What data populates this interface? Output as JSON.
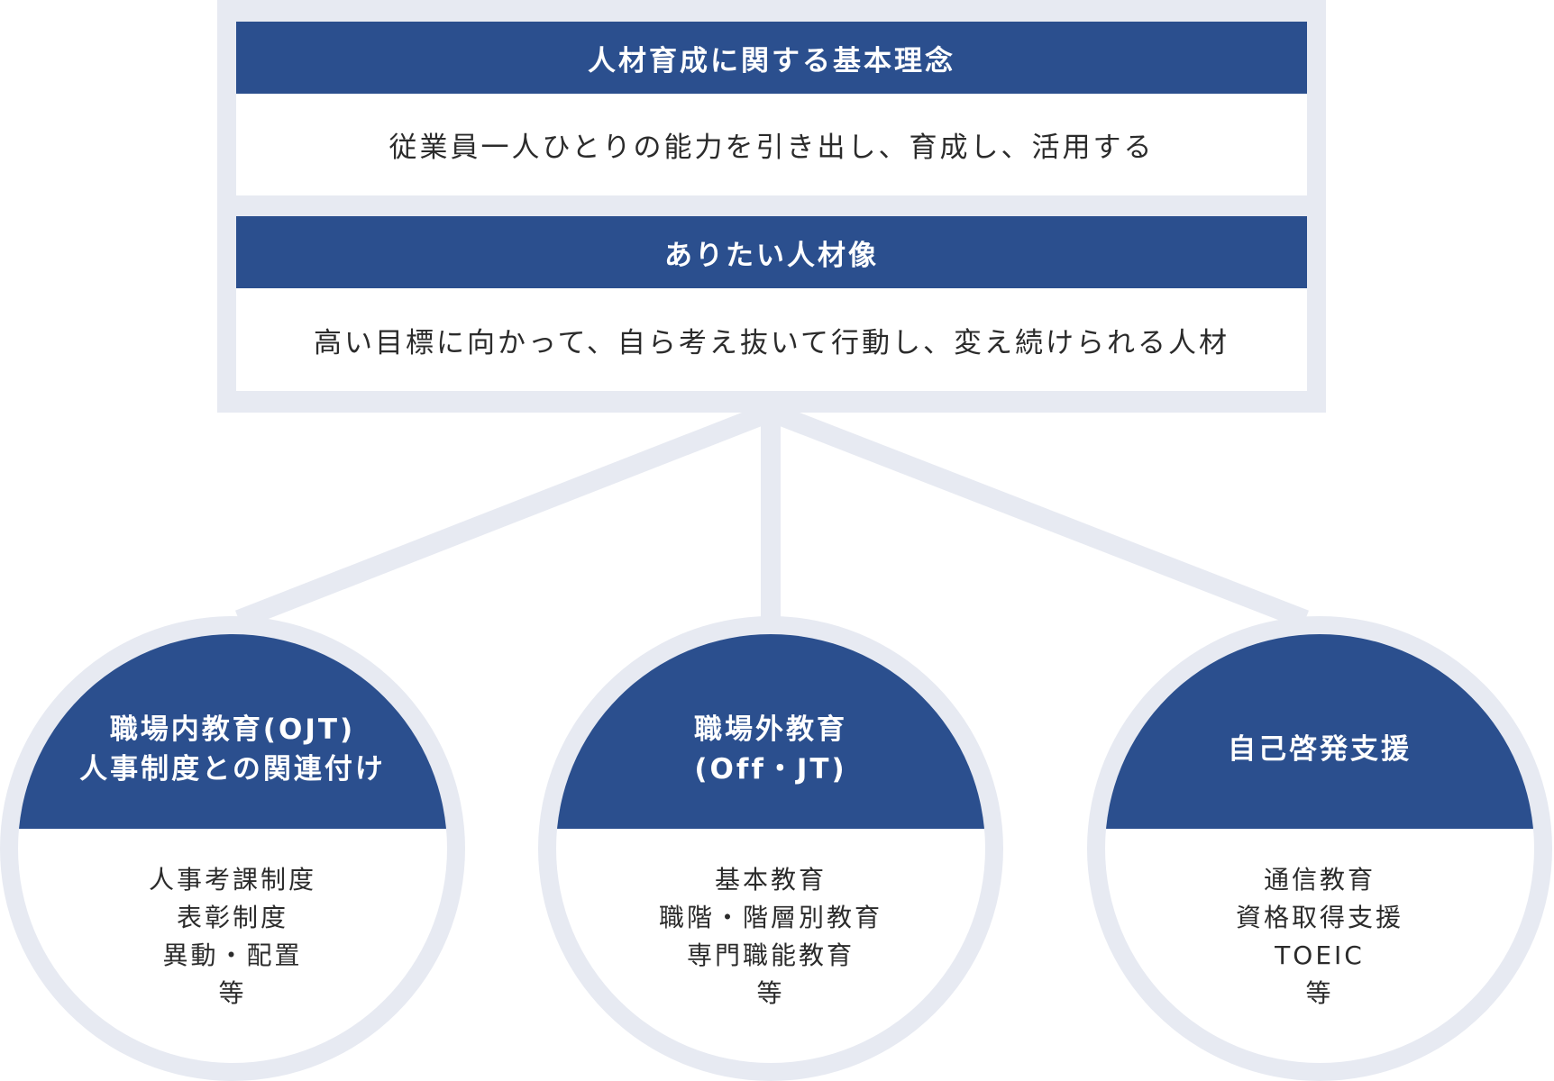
{
  "colors": {
    "header_blue": "#2b4f8e",
    "frame_gray": "#e7eaf2",
    "text_dark": "#2b2b2b",
    "background": "#ffffff"
  },
  "philosophy": {
    "title": "人材育成に関する基本理念",
    "text": "従業員一人ひとりの能力を引き出し、育成し、活用する"
  },
  "ideal_person": {
    "title": "ありたい人材像",
    "text": "高い目標に向かって、自ら考え抜いて行動し、変え続けられる人材"
  },
  "pillars": [
    {
      "title_lines": [
        "職場内教育(OJT)",
        "人事制度との関連付け"
      ],
      "items": [
        "人事考課制度",
        "表彰制度",
        "異動・配置",
        "等"
      ]
    },
    {
      "title_lines": [
        "職場外教育",
        "(Off・JT)"
      ],
      "items": [
        "基本教育",
        "職階・階層別教育",
        "専門職能教育",
        "等"
      ]
    },
    {
      "title_lines": [
        "自己啓発支援"
      ],
      "items": [
        "通信教育",
        "資格取得支援",
        "TOEIC",
        "等"
      ]
    }
  ]
}
